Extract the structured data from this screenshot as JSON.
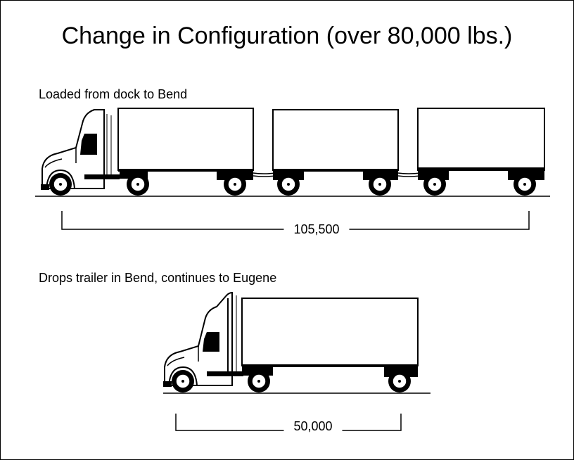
{
  "title": "Change in Configuration (over 80,000 lbs.)",
  "scenarios": [
    {
      "caption": "Loaded from dock to Bend",
      "weight": "105,500",
      "trailers": 3
    },
    {
      "caption": "Drops trailer in Bend, continues to Eugene",
      "weight": "50,000",
      "trailers": 1
    }
  ]
}
